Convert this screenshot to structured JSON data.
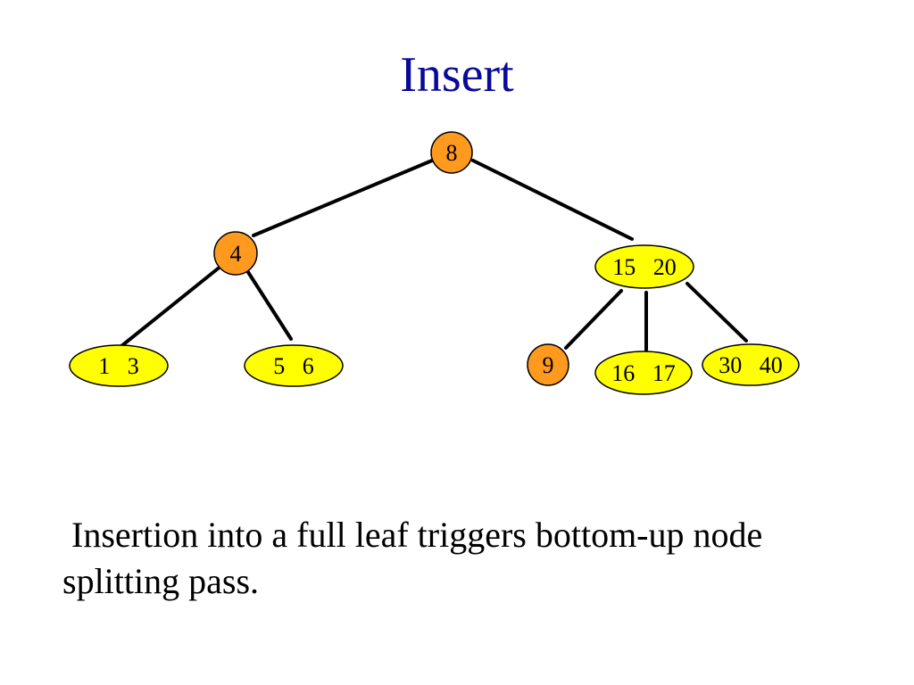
{
  "slide": {
    "title": "Insert",
    "caption": " Insertion into a full leaf triggers bottom-up node splitting pass."
  },
  "colors": {
    "title": "#0a0a9a",
    "highlight_node": "#ff9a1e",
    "normal_node": "#ffff00",
    "edge": "#000000"
  },
  "tree": {
    "nodes": [
      {
        "id": "root",
        "label": "8",
        "highlight": true
      },
      {
        "id": "left-child",
        "label": "4",
        "highlight": true
      },
      {
        "id": "right-child",
        "label": "15   20",
        "highlight": false
      },
      {
        "id": "leaf-1-3",
        "label": "1   3",
        "highlight": false
      },
      {
        "id": "leaf-5-6",
        "label": "5   6",
        "highlight": false
      },
      {
        "id": "leaf-9",
        "label": "9",
        "highlight": true
      },
      {
        "id": "leaf-16-17",
        "label": "16   17",
        "highlight": false
      },
      {
        "id": "leaf-30-40",
        "label": "30   40",
        "highlight": false
      }
    ],
    "edges": [
      {
        "from": "root",
        "to": "left-child"
      },
      {
        "from": "root",
        "to": "right-child"
      },
      {
        "from": "left-child",
        "to": "leaf-1-3"
      },
      {
        "from": "left-child",
        "to": "leaf-5-6"
      },
      {
        "from": "right-child",
        "to": "leaf-9"
      },
      {
        "from": "right-child",
        "to": "leaf-16-17"
      },
      {
        "from": "right-child",
        "to": "leaf-30-40"
      }
    ]
  }
}
